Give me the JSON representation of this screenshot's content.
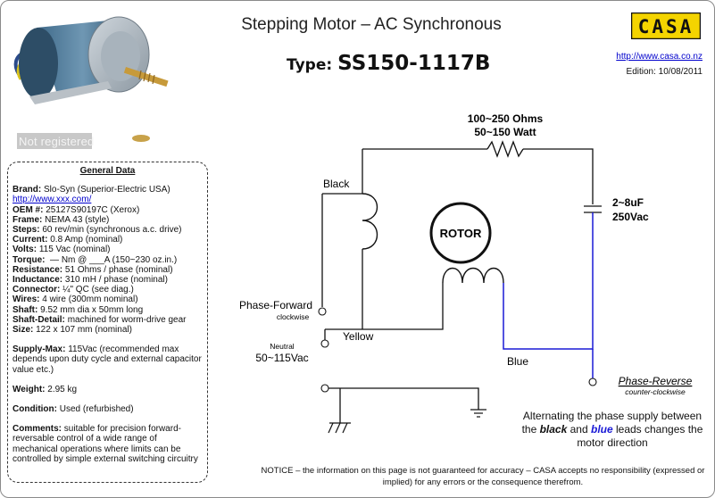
{
  "header": {
    "title": "Stepping Motor – AC Synchronous",
    "type_label": "Type:",
    "type_value": "SS150-1117B",
    "logo_text": "CASA",
    "site_link": "http://www.casa.co.nz",
    "edition": "Edition: 10/08/2011"
  },
  "photo": {
    "watermark": "Not registered"
  },
  "general_data": {
    "heading": "General Data",
    "brand_label": "Brand:",
    "brand_value": "Slo-Syn (Superior-Electric USA)",
    "brand_link": "http://www.xxx.com/",
    "oem_label": "OEM #:",
    "oem_value": "25127S90197C (Xerox)",
    "frame_label": "Frame:",
    "frame_value": "NEMA 43 (style)",
    "steps_label": "Steps:",
    "steps_value": "60 rev/min (synchronous a.c. drive)",
    "current_label": "Current:",
    "current_value": "0.8 Amp (nominal)",
    "volts_label": "Volts:",
    "volts_value": "115 Vac (nominal)",
    "torque_label": "Torque:",
    "torque_value": "— Nm @ ___A (150~230 oz.in.)",
    "resistance_label": "Resistance:",
    "resistance_value": "51 Ohms / phase (nominal)",
    "inductance_label": "Inductance:",
    "inductance_value": "310 mH / phase (nominal)",
    "connector_label": "Connector:",
    "connector_value": "¼\" QC (see diag.)",
    "wires_label": "Wires:",
    "wires_value": "4 wire (300mm nominal)",
    "shaft_label": "Shaft:",
    "shaft_value": "9.52 mm dia x 50mm long",
    "shaft_detail_label": "Shaft-Detail:",
    "shaft_detail_value": "machined for worm-drive gear",
    "size_label": "Size:",
    "size_value": "122 x 107 mm (nominal)",
    "supply_label": "Supply-Max:",
    "supply_value": "115Vac (recommended max depends upon duty cycle and external capacitor value etc.)",
    "weight_label": "Weight:",
    "weight_value": "2.95 kg",
    "condition_label": "Condition:",
    "condition_value": "Used (refurbished)",
    "comments_label": "Comments:",
    "comments_value": "suitable for precision forward-reversable control of a wide range of mechanical operations where limits can be controlled by simple external switching circuitry"
  },
  "diagram": {
    "resistor_line1": "100~250 Ohms",
    "resistor_line2": "50~150 Watt",
    "cap_line1": "2~8uF",
    "cap_line2": "250Vac",
    "black": "Black",
    "rotor": "ROTOR",
    "phase_forward": "Phase-Forward",
    "clockwise": "clockwise",
    "yellow": "Yellow",
    "neutral": "Neutral",
    "neutral_volts": "50~115Vac",
    "blue": "Blue",
    "phase_reverse": "Phase-Reverse",
    "counter_clockwise": "counter-clockwise",
    "blue_color": "#1a1ad6"
  },
  "caption": {
    "part1": "Alternating the phase supply between the ",
    "black_word": "black",
    "part2": " and ",
    "blue_word": "blue",
    "part3": " leads changes the motor direction"
  },
  "notice": "NOTICE – the information on this page is not guaranteed for accuracy – CASA accepts no responsibility (expressed or implied) for any errors or the consequence therefrom."
}
